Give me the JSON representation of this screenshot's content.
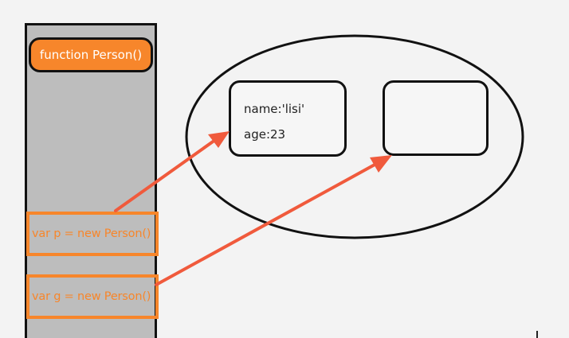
{
  "stack": {
    "function_label": "function Person()",
    "var_p_label": "var p = new Person()",
    "var_g_label": "var g = new Person()"
  },
  "heap": {
    "object_p": {
      "name_line": "name:'lisi'",
      "age_line": "age:23"
    },
    "object_g": {}
  },
  "colors": {
    "orange": "#f7862b",
    "arrow": "#f05a3c",
    "stack_fill": "#bdbdbd",
    "outline": "#111111"
  }
}
